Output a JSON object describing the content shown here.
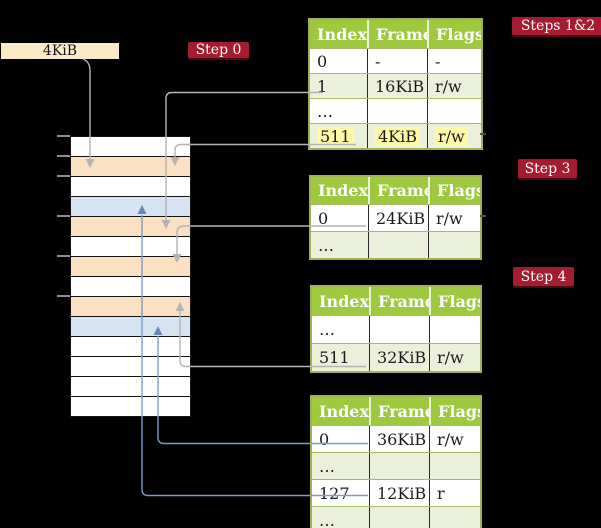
{
  "figure": {
    "background": "#000000",
    "pointer_box": {
      "label": "4KiB"
    },
    "step_badges": [
      {
        "id": "step-0",
        "label": "Step 0"
      },
      {
        "id": "steps-1-2",
        "label": "Steps 1&2"
      },
      {
        "id": "step-3",
        "label": "Step 3"
      },
      {
        "id": "step-4",
        "label": "Step 4"
      }
    ]
  },
  "memory": {
    "description": "physical-memory-column",
    "rows": [
      "white",
      "orange",
      "white",
      "blue",
      "orange",
      "white",
      "orange",
      "white",
      "orange",
      "blue",
      "white",
      "white",
      "white",
      "white"
    ],
    "tick_count": 6
  },
  "tables": [
    {
      "name": "page-table-steps-1-2",
      "headers": [
        "Index",
        "Frame",
        "Flags"
      ],
      "rows": [
        {
          "cells": [
            "0",
            "-",
            "-"
          ],
          "shaded": false,
          "highlighted": false
        },
        {
          "cells": [
            "1",
            "16KiB",
            "r/w"
          ],
          "shaded": true,
          "highlighted": false
        },
        {
          "cells": [
            "…",
            "",
            ""
          ],
          "shaded": false,
          "highlighted": false
        },
        {
          "cells": [
            "511",
            "4KiB",
            "r/w"
          ],
          "shaded": true,
          "highlighted": true
        }
      ]
    },
    {
      "name": "page-table-step-3",
      "headers": [
        "Index",
        "Frame",
        "Flags"
      ],
      "rows": [
        {
          "cells": [
            "0",
            "24KiB",
            "r/w"
          ],
          "shaded": false,
          "highlighted": false
        },
        {
          "cells": [
            "…",
            "",
            ""
          ],
          "shaded": true,
          "highlighted": false
        }
      ]
    },
    {
      "name": "page-table-step-4",
      "headers": [
        "Index",
        "Frame",
        "Flags"
      ],
      "rows": [
        {
          "cells": [
            "…",
            "",
            ""
          ],
          "shaded": false,
          "highlighted": false
        },
        {
          "cells": [
            "511",
            "32KiB",
            "r/w"
          ],
          "shaded": true,
          "highlighted": false
        }
      ]
    },
    {
      "name": "page-table-final",
      "headers": [
        "Index",
        "Frame",
        "Flags"
      ],
      "rows": [
        {
          "cells": [
            "0",
            "36KiB",
            "r/w"
          ],
          "shaded": false,
          "highlighted": false
        },
        {
          "cells": [
            "…",
            "",
            ""
          ],
          "shaded": true,
          "highlighted": false
        },
        {
          "cells": [
            "127",
            "12KiB",
            "r"
          ],
          "shaded": false,
          "highlighted": false
        },
        {
          "cells": [
            "…",
            "",
            ""
          ],
          "shaded": true,
          "highlighted": false
        }
      ]
    }
  ],
  "colors": {
    "badge_crimson": "#a51c30",
    "table_header_green": "#9ec93e",
    "table_border_olive": "#a3b155",
    "shaded_row_green": "#ebf0da",
    "highlight_yellow": "#fdf9a6",
    "memory_orange": "#fbe0c2",
    "memory_blue": "#d6e3f3",
    "pointer_box_cream": "#faeac8",
    "connector_gray": "#b4b4b4",
    "connector_blue": "#7d9cc9"
  }
}
